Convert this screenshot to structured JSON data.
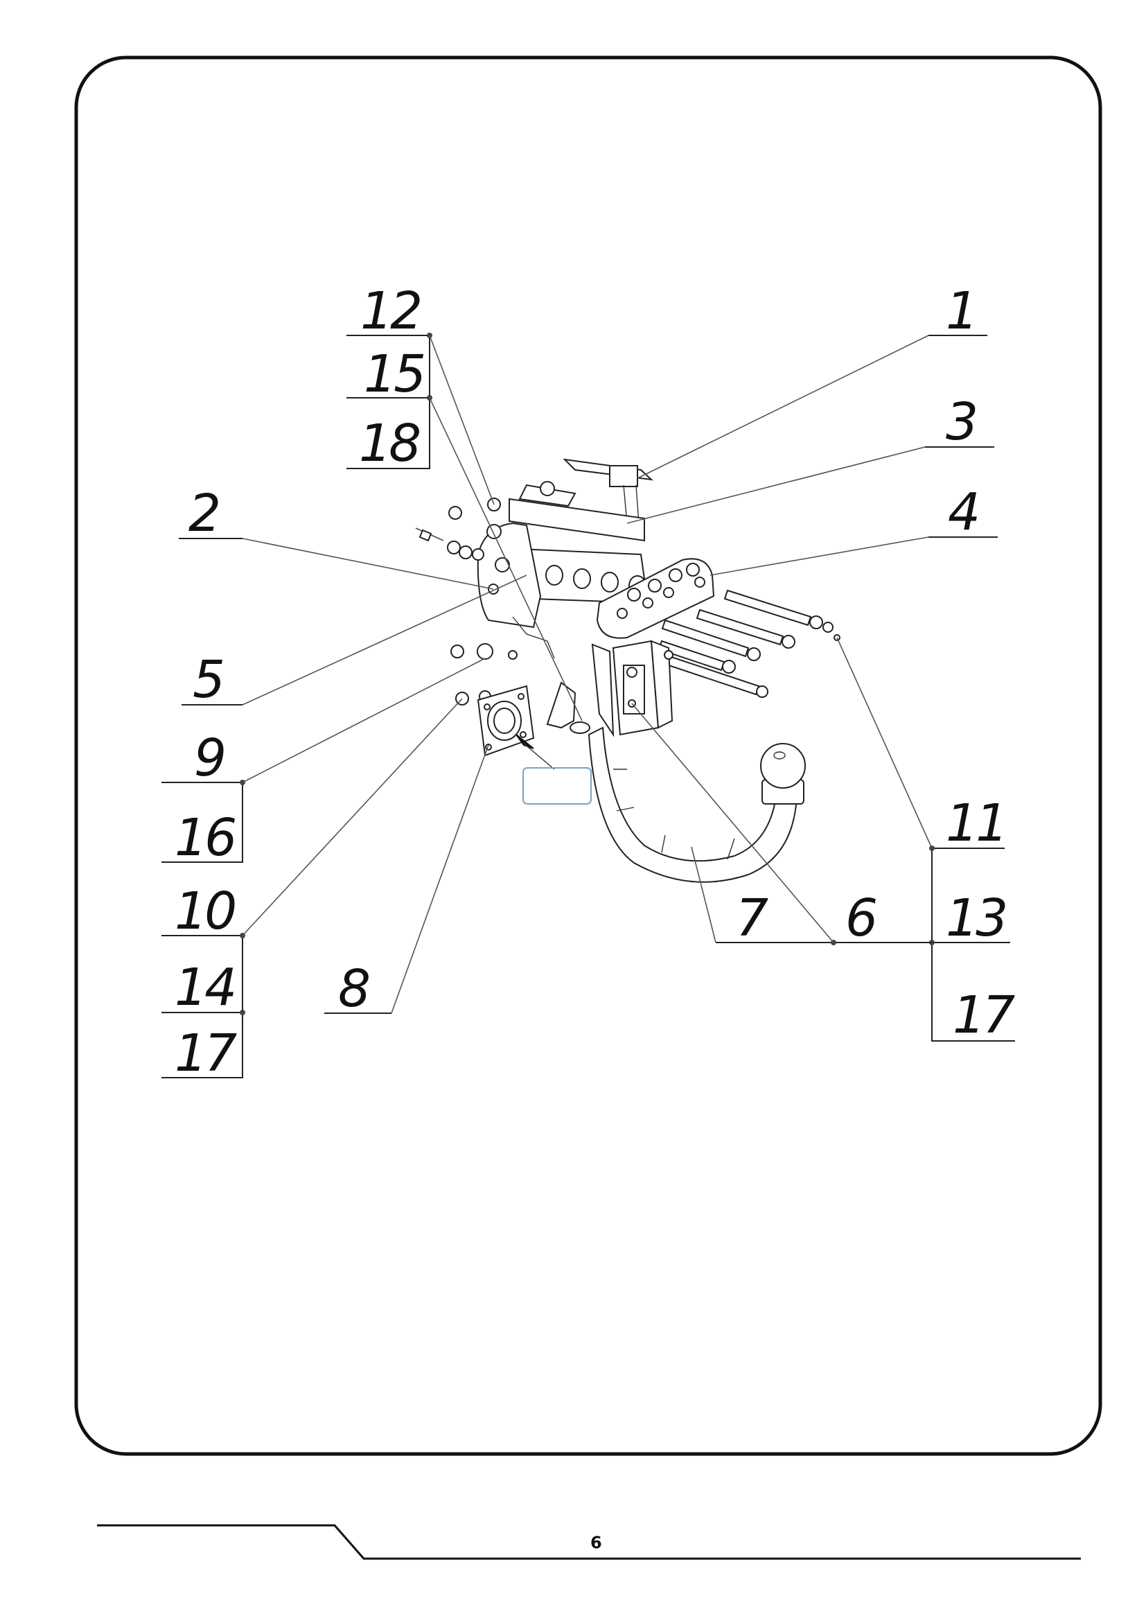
{
  "page": {
    "number": "6"
  },
  "callouts": {
    "c1": "1",
    "c2": "2",
    "c3": "3",
    "c4": "4",
    "c5": "5",
    "c6": "6",
    "c7": "7",
    "c8": "8",
    "c9": "9",
    "c10": "10",
    "c11": "11",
    "c12": "12",
    "c13": "13",
    "c14": "14",
    "c15": "15",
    "c16": "16",
    "c17a": "17",
    "c17b": "17",
    "c18": "18"
  }
}
